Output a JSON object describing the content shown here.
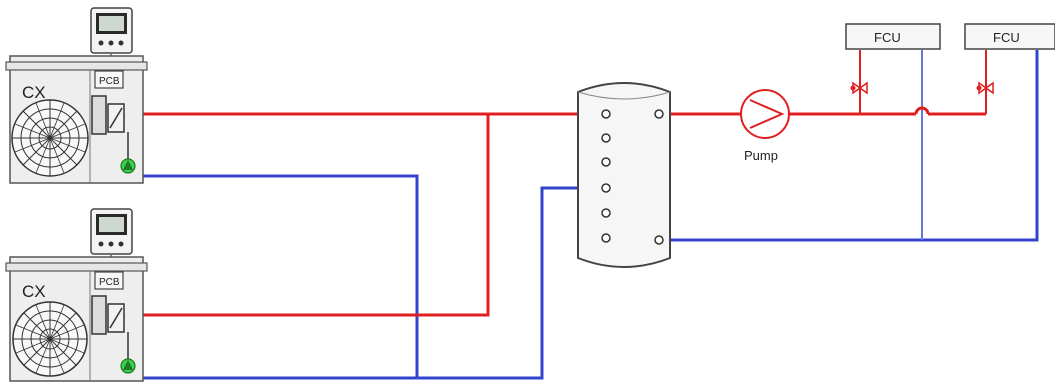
{
  "units": [
    {
      "label": "CX",
      "board_label": "PCB"
    },
    {
      "label": "CX",
      "board_label": "PCB"
    }
  ],
  "pump": {
    "label": "Pump"
  },
  "fcus": [
    {
      "label": "FCU"
    },
    {
      "label": "FCU"
    }
  ],
  "colors": {
    "supply": "#e02020",
    "return": "#3344cc",
    "outline": "#555555"
  }
}
